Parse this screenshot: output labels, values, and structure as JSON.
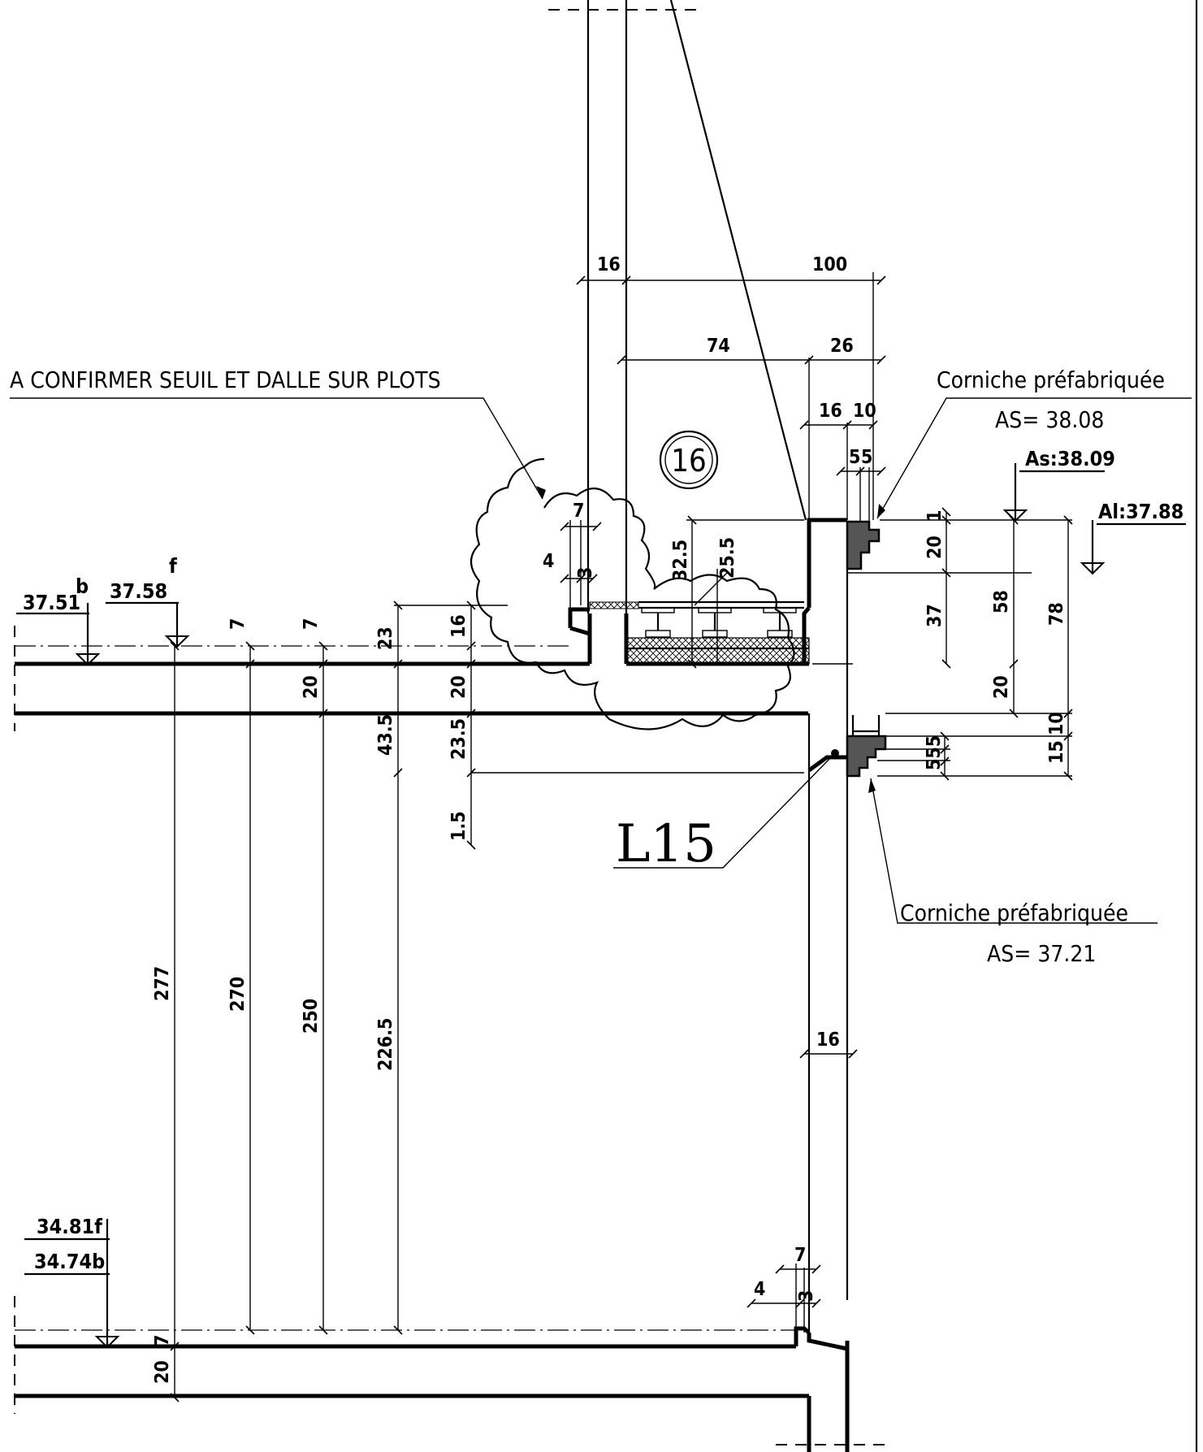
{
  "notes": {
    "confirm": "A CONFIRMER SEUIL ET DALLE SUR PLOTS",
    "corniche_top_title": "Corniche préfabriquée",
    "corniche_top_as": "AS= 38.08",
    "corniche_bottom_title": "Corniche préfabriquée",
    "corniche_bottom_as": "AS= 37.21",
    "detail_number": "16",
    "section_label": "L15"
  },
  "levels": {
    "as_top": "As:38.09",
    "al_top": "Al:37.88",
    "upper_b": "37.51",
    "upper_b_suffix": "b",
    "upper_f": "37.58",
    "upper_f_suffix": "f",
    "lower_f": "34.81f",
    "lower_b": "34.74b"
  },
  "dimensions": {
    "d16_top": "16",
    "d100": "100",
    "d74": "74",
    "d26": "26",
    "d16_mid": "16",
    "d10_mid": "10",
    "d5a": "5",
    "d5b": "5",
    "d7_sill": "7",
    "d4_sill": "4",
    "d3_sill": "3",
    "d32_5": "32.5",
    "d25_5": "25.5",
    "d1": "1",
    "d20_right": "20",
    "d37": "37",
    "d58": "58",
    "d78": "78",
    "d20_right_low": "20",
    "d10_right": "10",
    "d15_right": "15",
    "d555": "555",
    "d7_a": "7",
    "d7_b": "7",
    "d23": "23",
    "d16_slab": "16",
    "d20_a": "20",
    "d20_b": "20",
    "d43_5": "43.5",
    "d23_5": "23.5",
    "d1_5": "1.5",
    "d277": "277",
    "d270": "270",
    "d250": "250",
    "d226_5": "226.5",
    "d16_wall": "16",
    "d7_low": "7",
    "d4_low": "4",
    "d3_low": "3",
    "d7_lowslab": "7",
    "d20_lowslab": "20"
  }
}
